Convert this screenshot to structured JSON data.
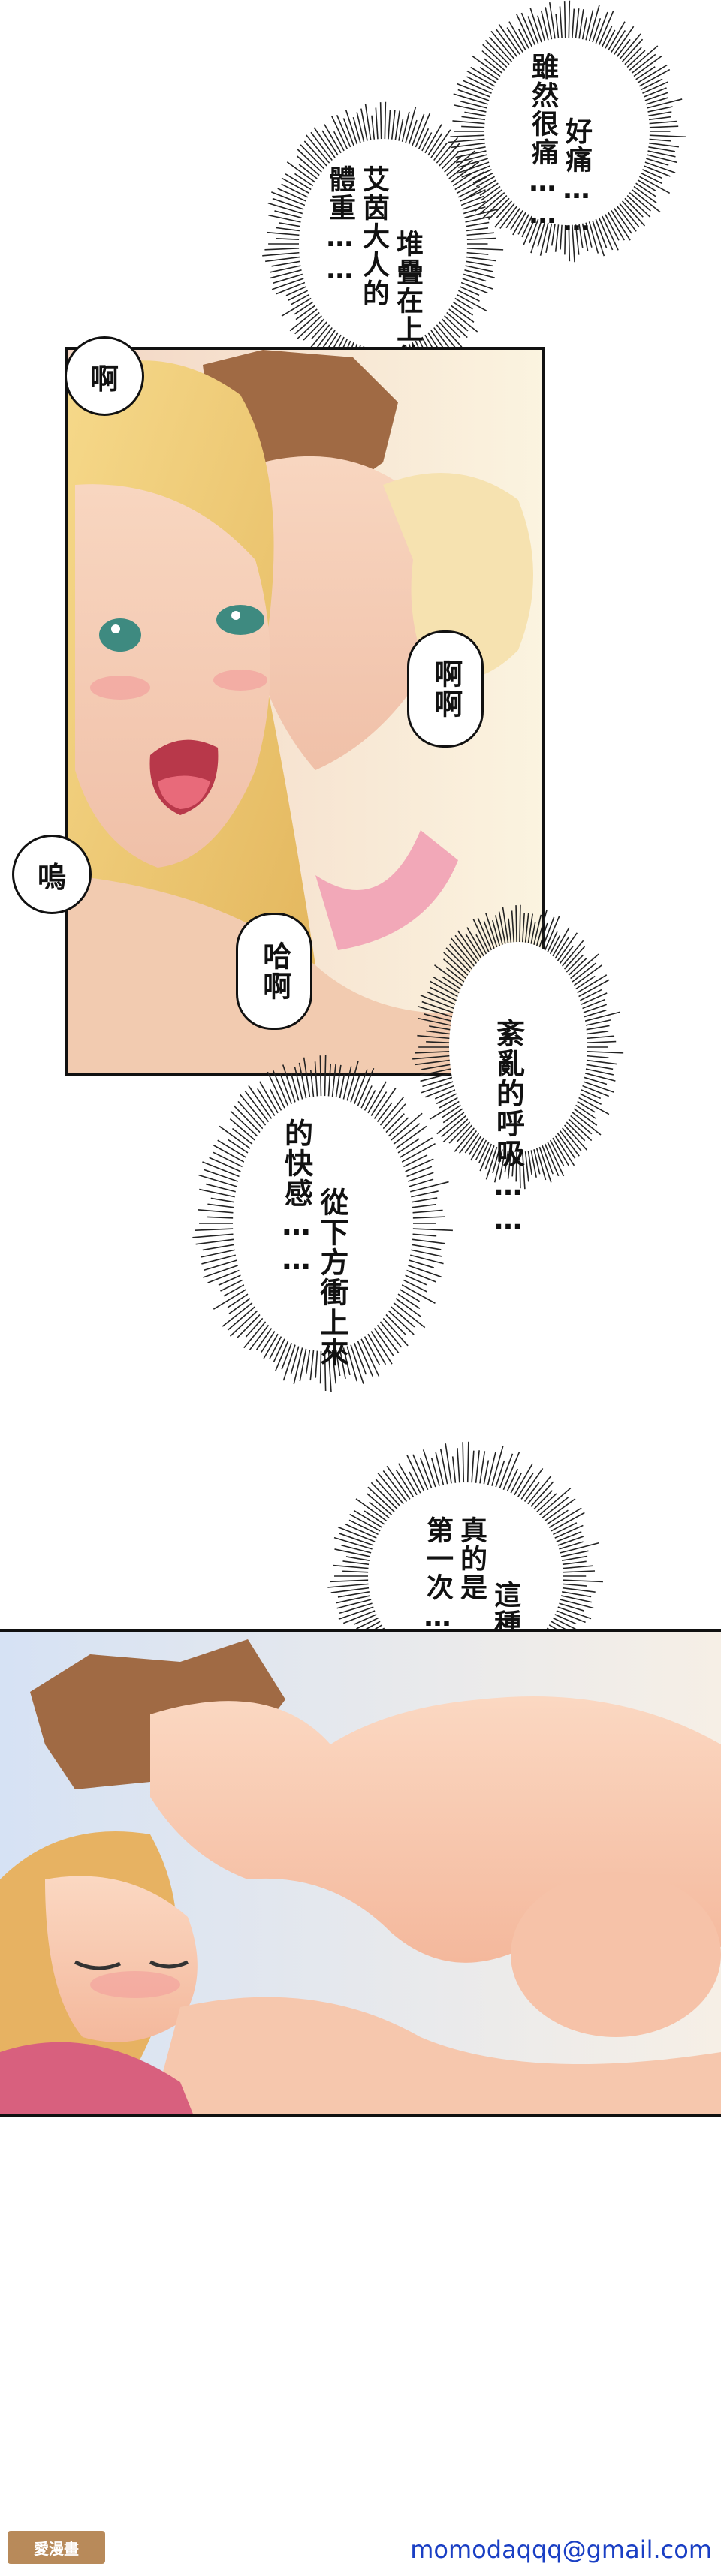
{
  "bubbles": [
    {
      "id": "b1",
      "lines": [
        "好痛……",
        "雖然很痛……"
      ]
    },
    {
      "id": "b2",
      "lines": [
        "堆疊在上的",
        "艾茵大人的",
        "體重……"
      ]
    },
    {
      "id": "b3",
      "lines": [
        "紊亂的呼吸……"
      ]
    },
    {
      "id": "b4",
      "lines": [
        "從下方衝上來",
        "的快感……"
      ]
    },
    {
      "id": "b5",
      "lines": [
        "這種感覺",
        "真的是",
        "第一次……"
      ]
    }
  ],
  "sfx": {
    "a1": "啊",
    "a2": "啊啊",
    "u": "嗚",
    "ha": "哈啊"
  },
  "footer": {
    "watermark": "愛漫畫",
    "email": "momodaqqq@gmail.com"
  }
}
